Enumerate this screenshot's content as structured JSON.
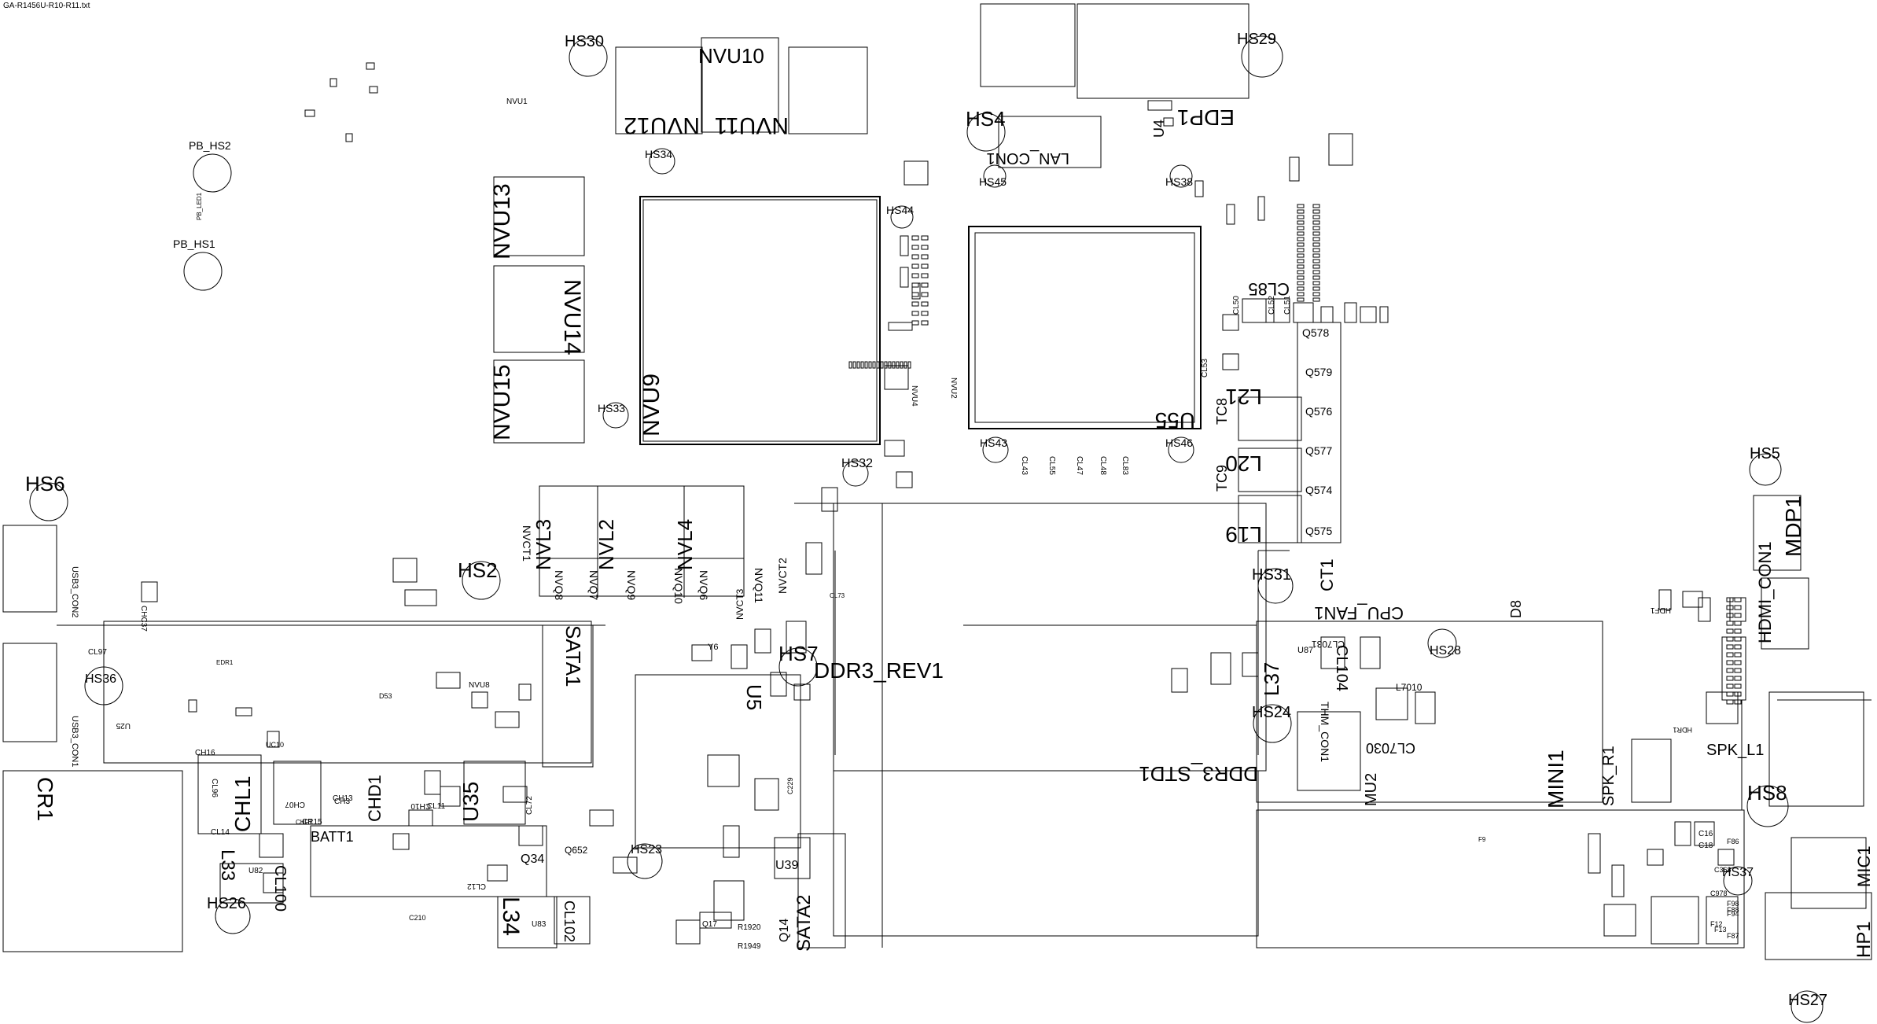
{
  "file": {
    "name": "GA-R1456U-R10-R11.txt"
  },
  "heatsinks": [
    "HS2",
    "HS4",
    "HS5",
    "HS6",
    "HS7",
    "HS8",
    "HS23",
    "HS24",
    "HS26",
    "HS27",
    "HS28",
    "HS29",
    "HS30",
    "HS31",
    "HS32",
    "HS33",
    "HS34",
    "HS36",
    "HS37",
    "HS38",
    "HS43",
    "HS44",
    "HS45",
    "HS46",
    "PB_HS1",
    "PB_HS2"
  ],
  "memory": [
    "NVU9",
    "NVU10",
    "NVU11",
    "NVU12",
    "NVU13",
    "NVU14",
    "NVU15"
  ],
  "connectors": [
    "DDR3_REV1",
    "DDR3_STD1",
    "SATA1",
    "SATA2",
    "CR1",
    "CHL1",
    "CHD1",
    "BATT1",
    "LAN_CON1",
    "EDP1",
    "MDP1",
    "HDMI_CON1",
    "MINI1",
    "MIC1",
    "HP1",
    "SPK_R1",
    "SPK_L1",
    "CPU_FAN1",
    "USB3_CON1",
    "USB3_CON2",
    "THM_CON1"
  ],
  "chips": [
    "U35",
    "U39",
    "U5",
    "U55",
    "U4",
    "MU2",
    "L33",
    "L34",
    "L37",
    "L19",
    "L20",
    "L21",
    "Q14",
    "Q34",
    "Q574",
    "Q575",
    "Q576",
    "Q577",
    "Q578",
    "Q579",
    "CL85",
    "CL100",
    "CL102",
    "CL104",
    "CL7030",
    "CL7031",
    "CT1",
    "TC8",
    "TC9",
    "D8",
    "L7010",
    "NVL2",
    "NVL3",
    "NVL4"
  ],
  "small_parts": [
    "NVQ6",
    "NVQ7",
    "NVQ8",
    "NVQ9",
    "NVQ10",
    "NVQ11",
    "NVCT1",
    "NVCT2",
    "NVCT3",
    "PB_LED1",
    "NVU1",
    "NVU2",
    "NVU4",
    "NVU8",
    "Y6",
    "U25",
    "U82",
    "U83",
    "U87",
    "Q652",
    "Q17",
    "CL50",
    "CL51",
    "CL52",
    "CL53",
    "CL43",
    "CL47",
    "CL48",
    "CL55",
    "CL83",
    "CL97",
    "CL96",
    "CL11",
    "CL12",
    "CL14",
    "CL73",
    "CL72",
    "C16",
    "C18",
    "C368",
    "C978",
    "F86",
    "F87",
    "F88",
    "F94",
    "F98",
    "R1920",
    "R1949",
    "CHC37",
    "CH16",
    "CH13",
    "CH3",
    "CH07",
    "CH10",
    "CR15",
    "CHF7",
    "HDF1",
    "HDR1",
    "UC10",
    "D53",
    "EDR1",
    "F9",
    "F12",
    "F13",
    "C229",
    "C210"
  ]
}
